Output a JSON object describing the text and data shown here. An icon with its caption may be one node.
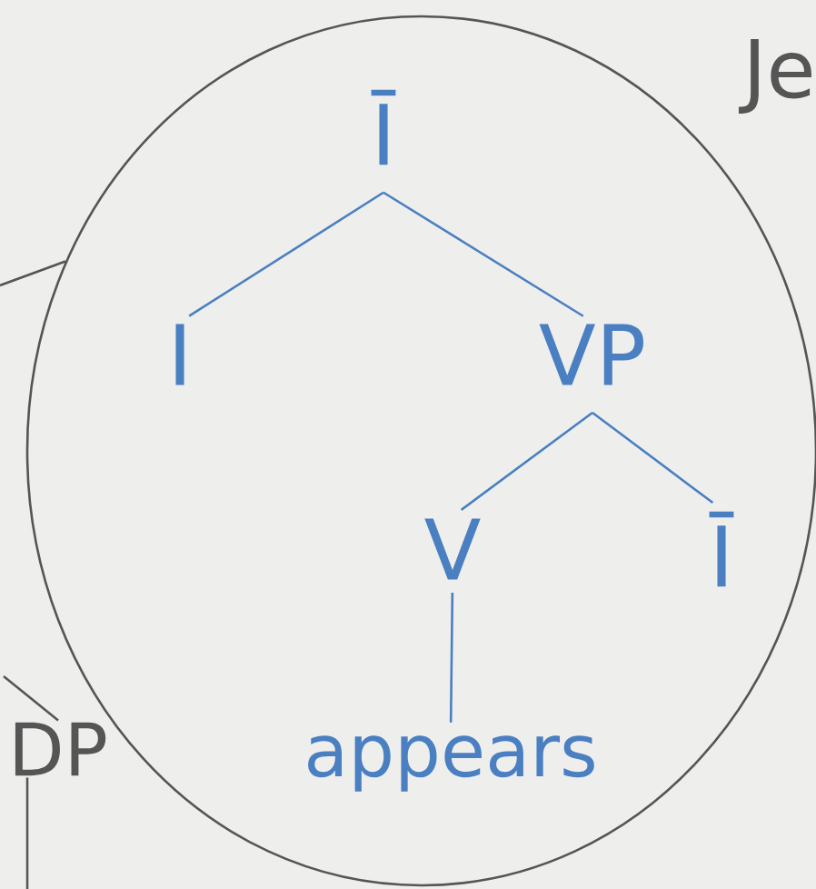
{
  "diagram": {
    "nodes": [
      {
        "text": [],
        "shape": "ellipse"
      },
      {
        "text": [
          "Ī"
        ],
        "in": 0
      },
      {
        "text": [
          "I"
        ],
        "in": 0
      },
      {
        "text": [
          "VP"
        ],
        "in": 0
      },
      {
        "text": [
          "V"
        ],
        "in": 0
      },
      {
        "text": [
          "Ī"
        ],
        "in": 0
      },
      {
        "text": [
          "appears"
        ],
        "in": 0
      },
      {
        "text": [
          "DP"
        ]
      }
    ],
    "edges": [
      {
        "from": 1,
        "to": 2,
        "arrow": "none"
      },
      {
        "from": 1,
        "to": 3,
        "arrow": "none"
      },
      {
        "from": 3,
        "to": 4,
        "arrow": "none"
      },
      {
        "from": 3,
        "to": 5,
        "arrow": "none"
      },
      {
        "from": 4,
        "to": 6,
        "arrow": "none"
      },
      {
        "from": null,
        "to": 0,
        "arrow": "none",
        "color": "#555555"
      },
      {
        "from": null,
        "to": 7,
        "arrow": "none",
        "color": "#555555"
      },
      {
        "from": 7,
        "to": null,
        "arrow": "none",
        "color": "#555555"
      }
    ],
    "labels": [
      "Je"
    ]
  }
}
